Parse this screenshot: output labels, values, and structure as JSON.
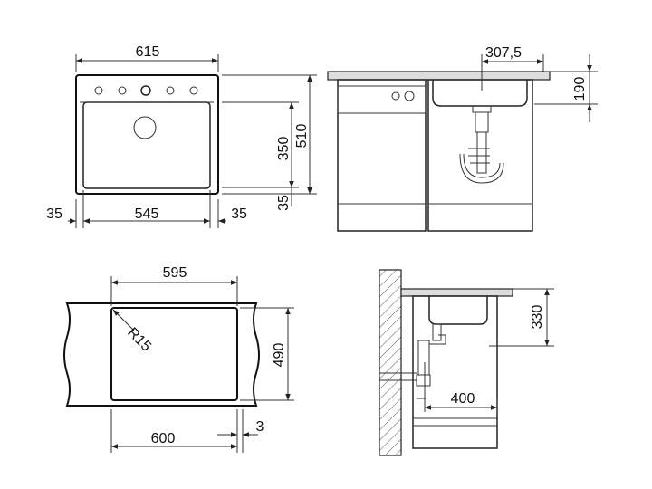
{
  "top_view": {
    "overall_width": "615",
    "side_margin_left": "35",
    "inner_width": "545",
    "side_margin_right": "35",
    "height_inner": "350",
    "height_total": "510",
    "bottom_margin": "35"
  },
  "front_view": {
    "offset": "307,5",
    "depth": "190"
  },
  "cutout_view": {
    "width_top": "595",
    "corner_radius": "R15",
    "height": "490",
    "width_bottom": "600",
    "gap": "3"
  },
  "side_view": {
    "depth": "330",
    "distance": "400"
  }
}
